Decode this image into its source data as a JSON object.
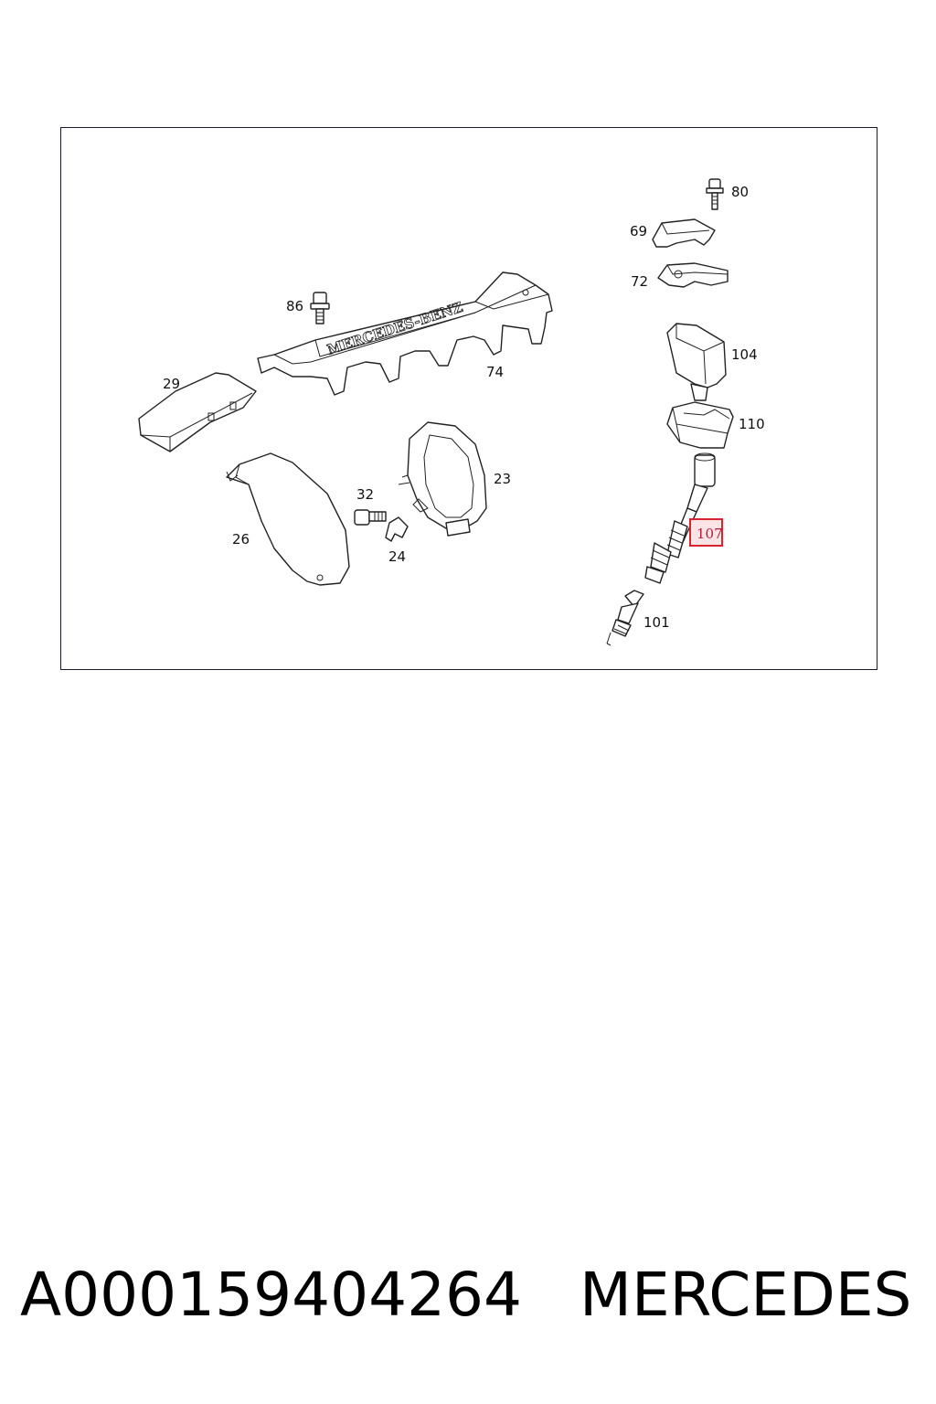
{
  "diagram": {
    "logo_text": "MERCEDES-BENZ",
    "callouts": {
      "c80": "80",
      "c69": "69",
      "c72": "72",
      "c86": "86",
      "c104": "104",
      "c74": "74",
      "c29": "29",
      "c110": "110",
      "c23": "23",
      "c32": "32",
      "c26": "26",
      "c24": "24",
      "c107": "107",
      "c101": "101"
    },
    "highlighted_callout": "107",
    "highlight_color": "#d9232e",
    "highlight_fill": "#fbe3e6"
  },
  "footer": {
    "part_number": "A000159404264",
    "brand": "MERCEDES"
  }
}
